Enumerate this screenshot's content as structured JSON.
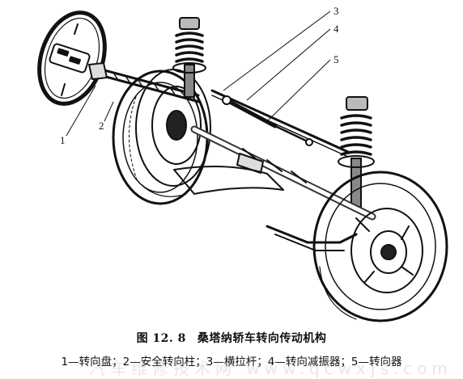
{
  "figure": {
    "number": "图 12. 8",
    "title": "桑塔纳轿车转向传动机构",
    "legend": "1—转向盘；2—安全转向柱；3—横拉杆；4—转向减振器；5—转向器",
    "callouts": [
      "1",
      "2",
      "3",
      "4",
      "5"
    ],
    "watermark": "汽车维修技术网 www.qcwxjs.com"
  },
  "colors": {
    "ink": "#111111",
    "background": "#ffffff"
  }
}
